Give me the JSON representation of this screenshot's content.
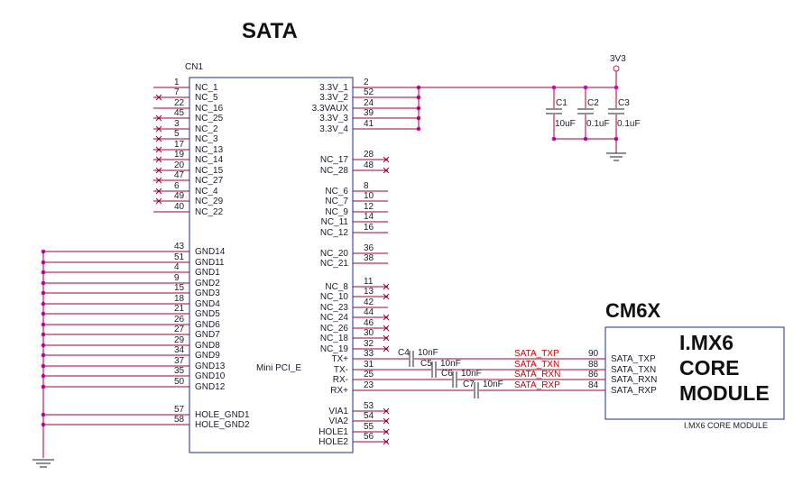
{
  "title": "SATA",
  "module_title": "CM6X",
  "connector": {
    "ref": "CN1",
    "name": "Mini PCI_E",
    "left_pins": [
      {
        "num": "1",
        "label": "NC_1",
        "nc": false
      },
      {
        "num": "7",
        "label": "NC_5",
        "nc": true
      },
      {
        "num": "22",
        "label": "NC_16",
        "nc": false
      },
      {
        "num": "45",
        "label": "NC_25",
        "nc": true
      },
      {
        "num": "3",
        "label": "NC_2",
        "nc": true
      },
      {
        "num": "5",
        "label": "NC_3",
        "nc": true
      },
      {
        "num": "17",
        "label": "NC_13",
        "nc": true
      },
      {
        "num": "19",
        "label": "NC_14",
        "nc": true
      },
      {
        "num": "20",
        "label": "NC_15",
        "nc": true
      },
      {
        "num": "47",
        "label": "NC_27",
        "nc": true
      },
      {
        "num": "6",
        "label": "NC_4",
        "nc": true
      },
      {
        "num": "49",
        "label": "NC_29",
        "nc": true
      },
      {
        "num": "40",
        "label": "NC_22",
        "nc": false
      },
      {
        "num": "43",
        "label": "GND14",
        "nc": false
      },
      {
        "num": "51",
        "label": "GND11",
        "nc": false
      },
      {
        "num": "4",
        "label": "GND1",
        "nc": false
      },
      {
        "num": "9",
        "label": "GND2",
        "nc": false
      },
      {
        "num": "15",
        "label": "GND3",
        "nc": false
      },
      {
        "num": "18",
        "label": "GND4",
        "nc": false
      },
      {
        "num": "21",
        "label": "GND5",
        "nc": false
      },
      {
        "num": "26",
        "label": "GND6",
        "nc": false
      },
      {
        "num": "27",
        "label": "GND7",
        "nc": false
      },
      {
        "num": "29",
        "label": "GND8",
        "nc": false
      },
      {
        "num": "34",
        "label": "GND9",
        "nc": false
      },
      {
        "num": "37",
        "label": "GND13",
        "nc": false
      },
      {
        "num": "35",
        "label": "GND10",
        "nc": false
      },
      {
        "num": "50",
        "label": "GND12",
        "nc": false
      },
      {
        "num": "57",
        "label": "HOLE_GND1",
        "nc": false
      },
      {
        "num": "58",
        "label": "HOLE_GND2",
        "nc": false
      }
    ],
    "right_pins": [
      {
        "num": "2",
        "label": "3.3V_1",
        "nc": false
      },
      {
        "num": "52",
        "label": "3.3V_2",
        "nc": false
      },
      {
        "num": "24",
        "label": "3.3VAUX",
        "nc": false
      },
      {
        "num": "39",
        "label": "3.3V_3",
        "nc": false
      },
      {
        "num": "41",
        "label": "3.3V_4",
        "nc": false
      },
      {
        "num": "28",
        "label": "NC_17",
        "nc": true
      },
      {
        "num": "48",
        "label": "NC_28",
        "nc": true
      },
      {
        "num": "8",
        "label": "NC_6",
        "nc": false
      },
      {
        "num": "10",
        "label": "NC_7",
        "nc": false
      },
      {
        "num": "12",
        "label": "NC_9",
        "nc": false
      },
      {
        "num": "14",
        "label": "NC_11",
        "nc": false
      },
      {
        "num": "16",
        "label": "NC_12",
        "nc": false
      },
      {
        "num": "36",
        "label": "NC_20",
        "nc": false
      },
      {
        "num": "38",
        "label": "NC_21",
        "nc": false
      },
      {
        "num": "11",
        "label": "NC_8",
        "nc": true
      },
      {
        "num": "13",
        "label": "NC_10",
        "nc": true
      },
      {
        "num": "42",
        "label": "NC_23",
        "nc": false
      },
      {
        "num": "44",
        "label": "NC_24",
        "nc": true
      },
      {
        "num": "46",
        "label": "NC_26",
        "nc": true
      },
      {
        "num": "30",
        "label": "NC_18",
        "nc": true
      },
      {
        "num": "32",
        "label": "NC_19",
        "nc": true
      },
      {
        "num": "33",
        "label": "TX+",
        "nc": false
      },
      {
        "num": "31",
        "label": "TX-",
        "nc": false
      },
      {
        "num": "25",
        "label": "RX-",
        "nc": false
      },
      {
        "num": "23",
        "label": "RX+",
        "nc": false
      },
      {
        "num": "53",
        "label": "VIA1",
        "nc": true
      },
      {
        "num": "54",
        "label": "VIA2",
        "nc": true
      },
      {
        "num": "55",
        "label": "HOLE1",
        "nc": true
      },
      {
        "num": "56",
        "label": "HOLE2",
        "nc": true
      }
    ]
  },
  "power": {
    "rail": "3V3",
    "caps": [
      {
        "ref": "C1",
        "value": "10uF"
      },
      {
        "ref": "C2",
        "value": "0.1uF"
      },
      {
        "ref": "C3",
        "value": "0.1uF"
      }
    ]
  },
  "coupling_caps": [
    {
      "ref": "C4",
      "value": "10nF"
    },
    {
      "ref": "C5",
      "value": "10nF"
    },
    {
      "ref": "C6",
      "value": "10nF"
    },
    {
      "ref": "C7",
      "value": "10nF"
    }
  ],
  "nets": [
    "SATA_TXP",
    "SATA_TXN",
    "SATA_RXN",
    "SATA_RXP"
  ],
  "module": {
    "title_lines": [
      "I.MX6",
      "CORE",
      "MODULE"
    ],
    "footer": "I.MX6 CORE MODULE",
    "pins": [
      {
        "num": "90",
        "label": "SATA_TXP"
      },
      {
        "num": "88",
        "label": "SATA_TXN"
      },
      {
        "num": "86",
        "label": "SATA_RXN"
      },
      {
        "num": "84",
        "label": "SATA_RXP"
      }
    ]
  }
}
